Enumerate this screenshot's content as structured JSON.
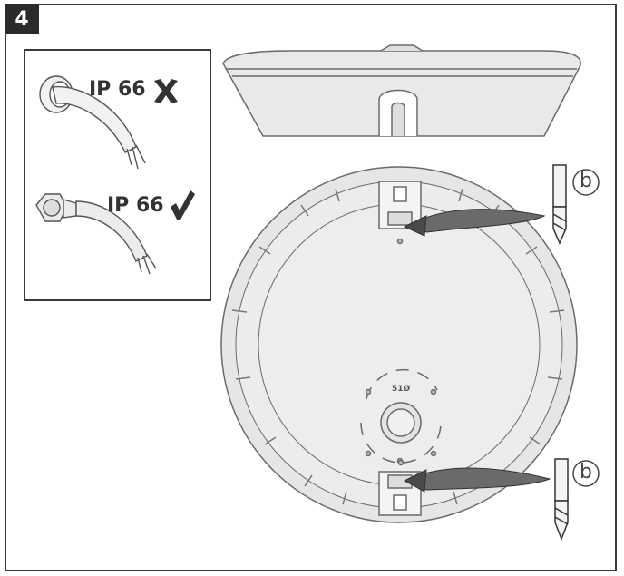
{
  "step": {
    "number": "4"
  },
  "ip_panel": {
    "bad_label": "IP 66",
    "good_label": "IP 66",
    "bad_mark_icon": "cross-icon",
    "good_mark_icon": "checkmark-icon"
  },
  "drill_labels": {
    "top": "b",
    "bottom": "b"
  },
  "dimension_label": "51Ø",
  "colors": {
    "frame": "#3a3a3a",
    "badge": "#2b2b2b",
    "fixture_fill": "#e8e8e8",
    "fixture_stroke": "#6a6a6a"
  }
}
